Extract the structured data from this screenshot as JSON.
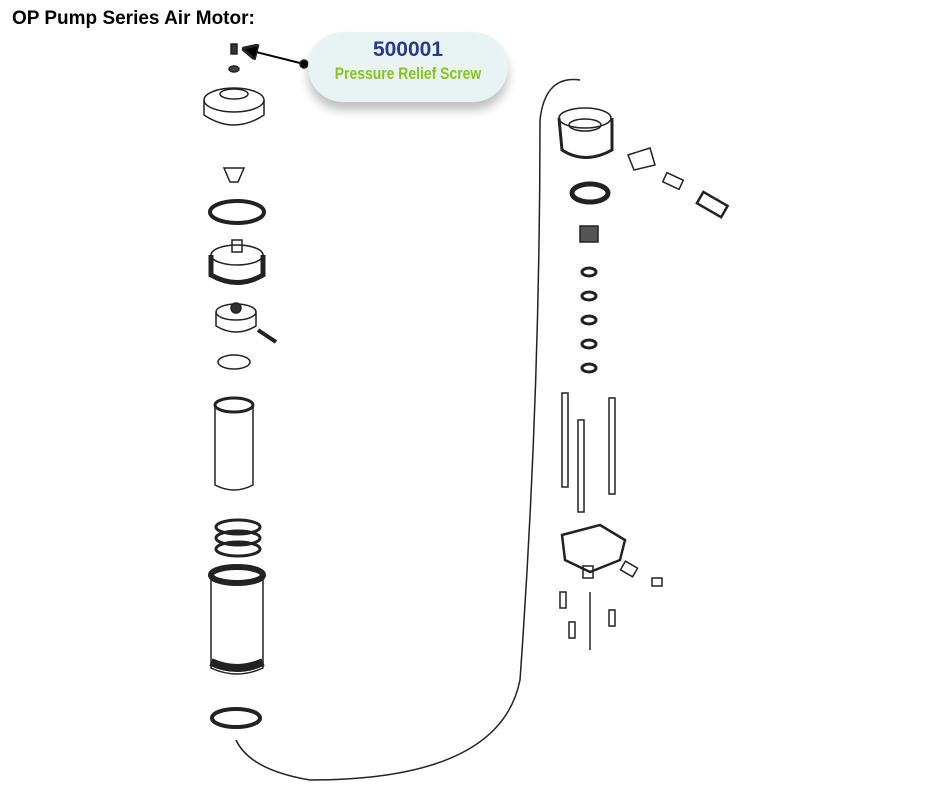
{
  "title": "OP Pump Series Air Motor:",
  "callout": {
    "part_number": "500001",
    "part_name": "Pressure Relief Screw",
    "number_color": "#283a8a",
    "name_color": "#86c41e"
  }
}
